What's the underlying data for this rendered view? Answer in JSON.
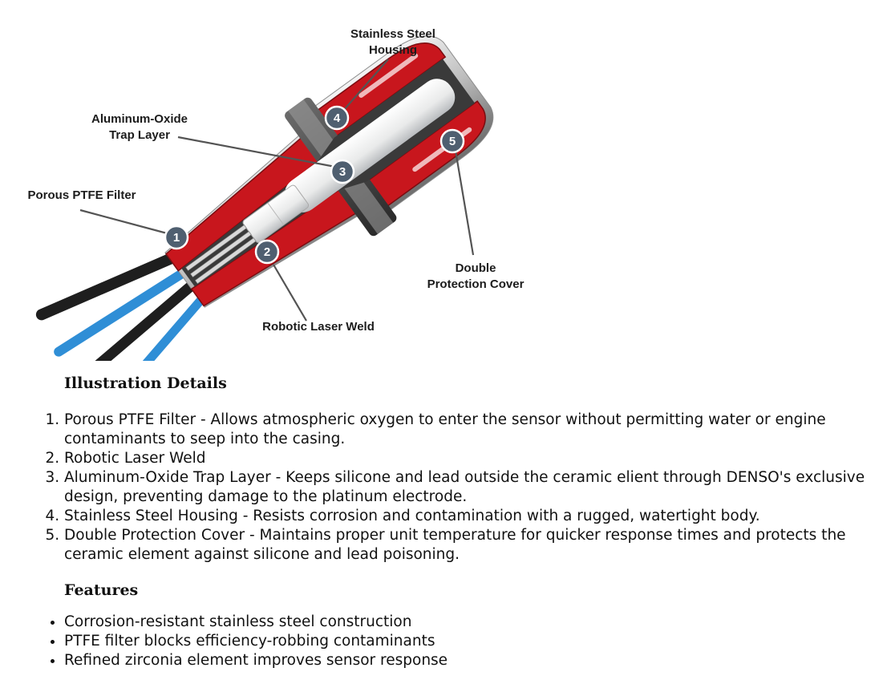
{
  "diagram": {
    "callouts": [
      {
        "num": "1",
        "label_lines": [
          "Porous PTFE Filter"
        ]
      },
      {
        "num": "2",
        "label_lines": [
          "Robotic Laser Weld"
        ]
      },
      {
        "num": "3",
        "label_lines": [
          "Aluminum-Oxide",
          "Trap Layer"
        ]
      },
      {
        "num": "4",
        "label_lines": [
          "Stainless Steel",
          "Housing"
        ]
      },
      {
        "num": "5",
        "label_lines": [
          "Double",
          "Protection Cover"
        ]
      }
    ],
    "colors": {
      "casing_red": "#c8161d",
      "badge_slate": "#4f5f70",
      "wire_blue": "#2f8ed6",
      "leader_gray": "#545454"
    }
  },
  "illustration_details": {
    "heading": "Illustration Details",
    "items": [
      "Porous PTFE Filter - Allows atmospheric oxygen to enter the sensor without permitting water or engine contaminants to seep into the casing.",
      "Robotic Laser Weld",
      "Aluminum-Oxide Trap Layer - Keeps silicone and lead outside the ceramic elient through DENSO's exclusive design, preventing damage to the platinum electrode.",
      "Stainless Steel Housing - Resists corrosion and contamination with a rugged, watertight body.",
      "Double Protection Cover - Maintains proper unit temperature for quicker response times and protects the ceramic element against silicone and lead poisoning."
    ]
  },
  "features": {
    "heading": "Features",
    "items": [
      "Corrosion-resistant stainless steel construction",
      "PTFE filter blocks efficiency-robbing contaminants",
      "Refined zirconia element improves sensor response"
    ]
  }
}
